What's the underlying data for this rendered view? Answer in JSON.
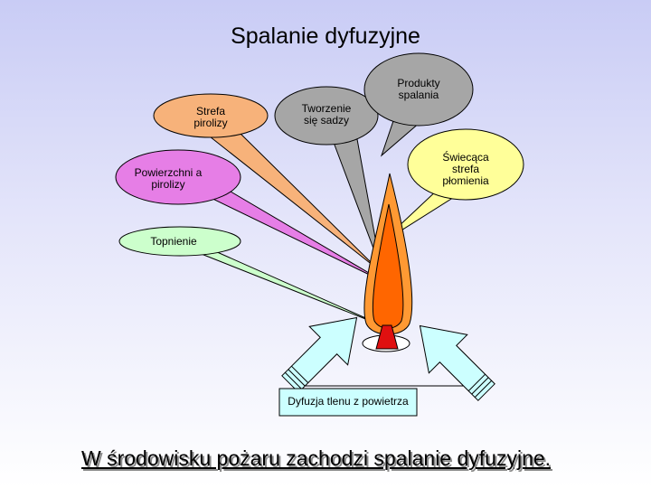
{
  "title": "Spalanie dyfuzyjne",
  "labels": {
    "strefa_pirolizy": "Strefa pirolizy",
    "tworzenie_sadzy": "Tworzenie się sadzy",
    "produkty_spalania": "Produkty spalania",
    "swiecaca_strefa": "Świecąca strefa płomienia",
    "powierzchnia_pirolizy": "Powierzchni a pirolizy",
    "topnienie": "Topnienie",
    "dyfuzja_tlenu": "Dyfuzja tlenu z powietrza"
  },
  "footer": "W środowisku pożaru zachodzi spalanie dyfuzyjne.",
  "colors": {
    "strefa_pirolizy": "#f7b27a",
    "tworzenie_sadzy": "#a6a6a6",
    "produkty_spalania": "#a6a6a6",
    "swiecaca_strefa": "#ffff99",
    "powierzchnia_pirolizy": "#e67ee6",
    "topnienie": "#ccffcc",
    "flame_outer": "#ff9933",
    "flame_inner": "#ff6600",
    "arrow_fill": "#ccffff"
  }
}
